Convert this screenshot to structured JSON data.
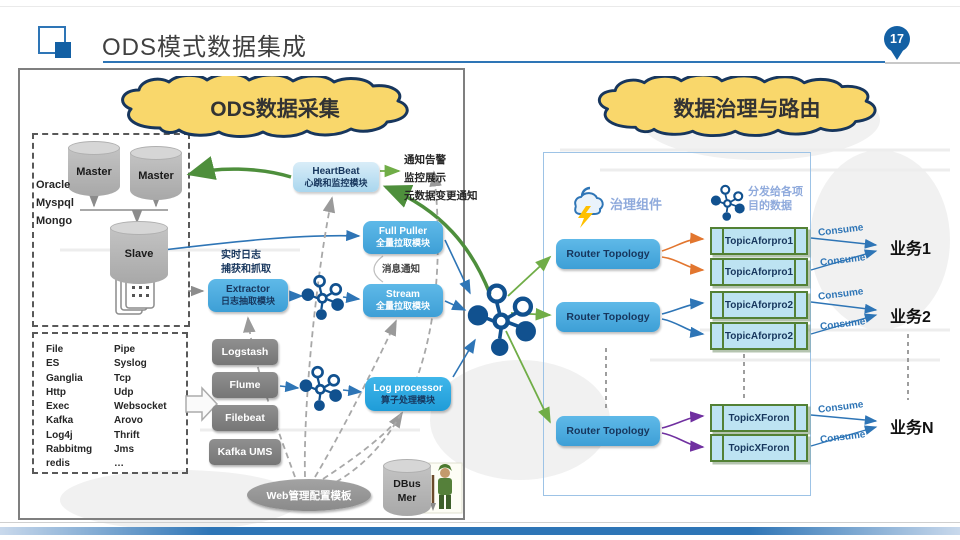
{
  "header": {
    "title": "ODS模式数据集成",
    "page_number": "17"
  },
  "left_section": {
    "cloud_label": "ODS数据采集",
    "db_sources": {
      "master1": "Master",
      "master2": "Master",
      "slave": "Slave",
      "types": [
        "Oracle",
        "Myspql",
        "Mongo"
      ]
    },
    "heartbeat": {
      "line1": "HeartBeat",
      "line2": "心跳和监控模块"
    },
    "notify_lines": [
      "通知告警",
      "监控展示",
      "元数据变更通知"
    ],
    "full_puller": {
      "line1": "Full Puller",
      "line2": "全量拉取模块"
    },
    "msg_notify": "消息通知",
    "realtime_label": {
      "line1": "实时日志",
      "line2": "捕获和抓取"
    },
    "extractor": {
      "line1": "Extractor",
      "line2": "日志抽取模块"
    },
    "stream": {
      "line1": "Stream",
      "line2": "全量拉取模块"
    },
    "log_processor": {
      "line1": "Log processor",
      "line2": "算子处理模块"
    },
    "source_list_col1": [
      "File",
      "ES",
      "Ganglia",
      "Http",
      "Exec",
      "Kafka",
      "Log4j",
      "Rabbitmg",
      "redis"
    ],
    "source_list_col2": [
      "Pipe",
      "Syslog",
      "Tcp",
      "Udp",
      "Websocket",
      "Arovo",
      "Thrift",
      "Jms",
      "…"
    ],
    "collectors": [
      "Logstash",
      "Flume",
      "Filebeat",
      "Kafka UMS"
    ],
    "web_config": "Web管理配置模板",
    "dbus_mgr": {
      "line1": "DBus",
      "line2": "Mer"
    }
  },
  "right_section": {
    "cloud_label": "数据治理与路由",
    "governance_label": "治理组件",
    "distribute_label": {
      "line1": "分发给各项",
      "line2": "目的数据"
    },
    "routers": [
      "Router Topology",
      "Router Topology",
      "Router Topology"
    ],
    "topics": [
      [
        "TopicAforpro1",
        "TopicAforpro1"
      ],
      [
        "TopicAforpro2",
        "TopicAforpro2"
      ],
      [
        "TopicXForon",
        "TopicXForon"
      ]
    ],
    "consume_label": "Consume",
    "businesses": [
      "业务1",
      "业务2",
      "业务N"
    ]
  },
  "colors": {
    "accent_blue": "#2E75B6",
    "cloud_fill": "#F9D76B",
    "cloud_border": "#17365D",
    "box_blue": "#3D9FD6",
    "topic_border": "#538135",
    "arrow_green": "#70AD47",
    "arrow_orange": "#E2762F",
    "arrow_purple": "#7030A0",
    "page_pin": "#1360A4"
  }
}
